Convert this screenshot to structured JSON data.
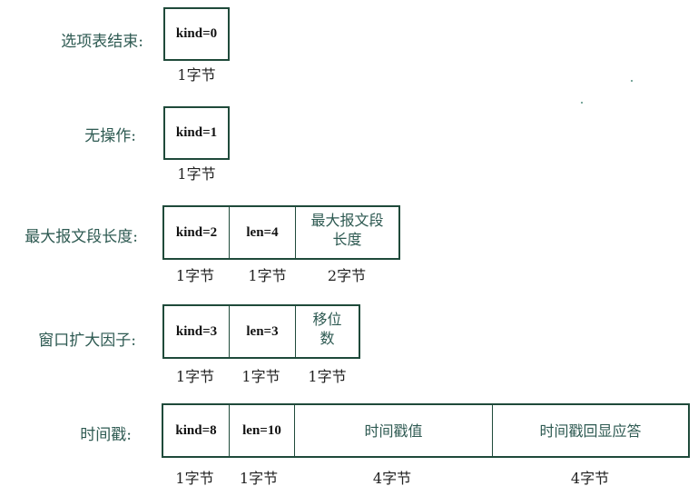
{
  "colors": {
    "label_text": "#2e5a52",
    "box_border": "#1f4a3a",
    "field_text": "#111111"
  },
  "options": [
    {
      "label": "选项表结束:",
      "cells": [
        {
          "text": "kind=0",
          "bytes": "1字节"
        }
      ]
    },
    {
      "label": "无操作:",
      "cells": [
        {
          "text": "kind=1",
          "bytes": "1字节"
        }
      ]
    },
    {
      "label": "最大报文段长度:",
      "cells": [
        {
          "text": "kind=2",
          "bytes": "1字节"
        },
        {
          "text": "len=4",
          "bytes": "1字节"
        },
        {
          "text": "最大报文段\n长度",
          "line1": "最大报文段",
          "line2": "长度",
          "bytes": "2字节"
        }
      ]
    },
    {
      "label": "窗口扩大因子:",
      "cells": [
        {
          "text": "kind=3",
          "bytes": "1字节"
        },
        {
          "text": "len=3",
          "bytes": "1字节"
        },
        {
          "text": "移位\n数",
          "line1": "移位",
          "line2": "数",
          "bytes": "1字节"
        }
      ]
    },
    {
      "label": "时间戳:",
      "cells": [
        {
          "text": "kind=8",
          "bytes": "1字节"
        },
        {
          "text": "len=10",
          "bytes": "1字节"
        },
        {
          "text": "时间戳值",
          "bytes": "4字节"
        },
        {
          "text": "时间戳回显应答",
          "bytes": "4字节"
        }
      ]
    }
  ]
}
